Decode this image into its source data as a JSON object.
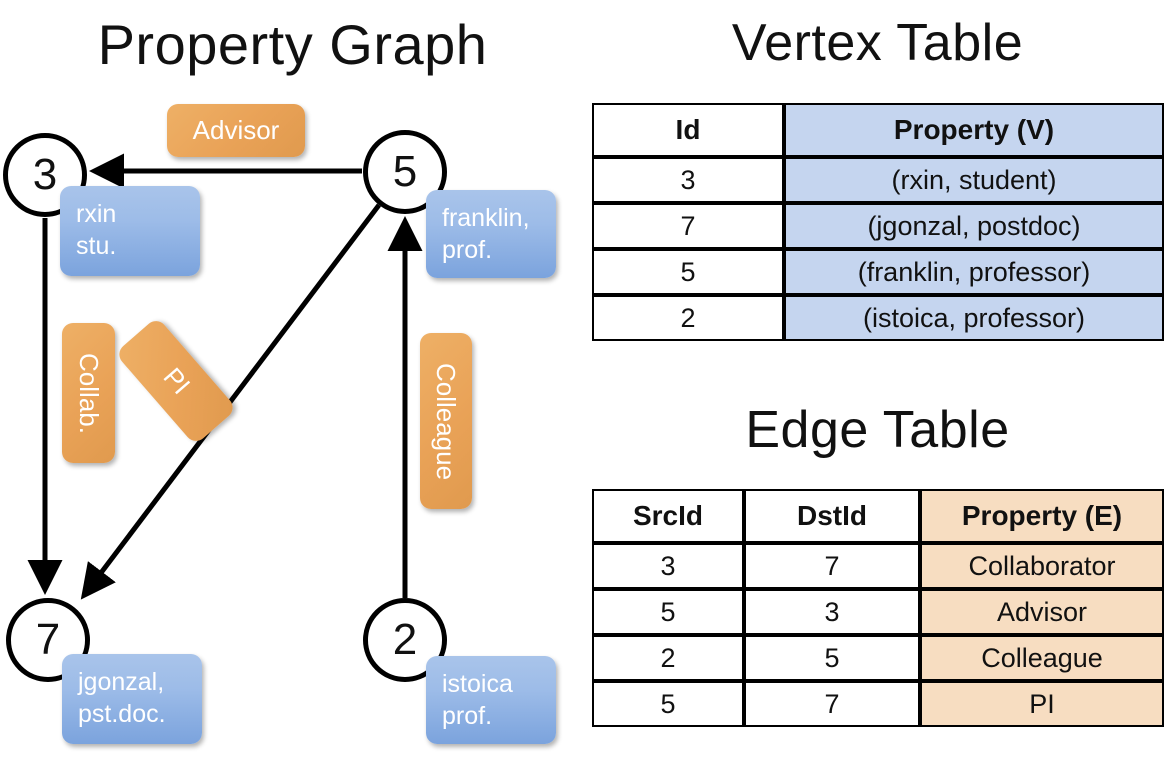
{
  "titles": {
    "property_graph": "Property Graph",
    "vertex_table": "Vertex Table",
    "edge_table": "Edge Table"
  },
  "colors": {
    "vertex_property_fill": "#c5d5ef",
    "edge_property_fill": "#f7ddc1",
    "vertex_badge": "#9dbce8",
    "edge_badge": "#e9a257",
    "stroke": "#000000",
    "background": "#ffffff"
  },
  "graph": {
    "nodes": [
      {
        "id": "3",
        "label": "3",
        "property_line1": "rxin",
        "property_line2": "stu."
      },
      {
        "id": "5",
        "label": "5",
        "property_line1": "franklin,",
        "property_line2": "prof."
      },
      {
        "id": "7",
        "label": "7",
        "property_line1": "jgonzal,",
        "property_line2": "pst.doc."
      },
      {
        "id": "2",
        "label": "2",
        "property_line1": "istoica",
        "property_line2": "prof."
      }
    ],
    "edge_labels": [
      {
        "name": "advisor",
        "text": "Advisor",
        "orientation": "horizontal"
      },
      {
        "name": "collab",
        "text": "Collab.",
        "orientation": "vertical"
      },
      {
        "name": "pi",
        "text": "PI",
        "orientation": "diagonal"
      },
      {
        "name": "colleague",
        "text": "Colleague",
        "orientation": "vertical"
      }
    ],
    "edges": [
      {
        "from": "5",
        "to": "3",
        "label": "Advisor"
      },
      {
        "from": "3",
        "to": "7",
        "label": "Collab."
      },
      {
        "from": "5",
        "to": "7",
        "label": "PI"
      },
      {
        "from": "2",
        "to": "5",
        "label": "Colleague"
      }
    ]
  },
  "vertex_table": {
    "headers": [
      "Id",
      "Property (V)"
    ],
    "rows": [
      {
        "id": "3",
        "property": "(rxin, student)"
      },
      {
        "id": "7",
        "property": "(jgonzal, postdoc)"
      },
      {
        "id": "5",
        "property": "(franklin, professor)"
      },
      {
        "id": "2",
        "property": "(istoica, professor)"
      }
    ]
  },
  "edge_table": {
    "headers": [
      "SrcId",
      "DstId",
      "Property (E)"
    ],
    "rows": [
      {
        "src": "3",
        "dst": "7",
        "property": "Collaborator"
      },
      {
        "src": "5",
        "dst": "3",
        "property": "Advisor"
      },
      {
        "src": "2",
        "dst": "5",
        "property": "Colleague"
      },
      {
        "src": "5",
        "dst": "7",
        "property": "PI"
      }
    ]
  }
}
